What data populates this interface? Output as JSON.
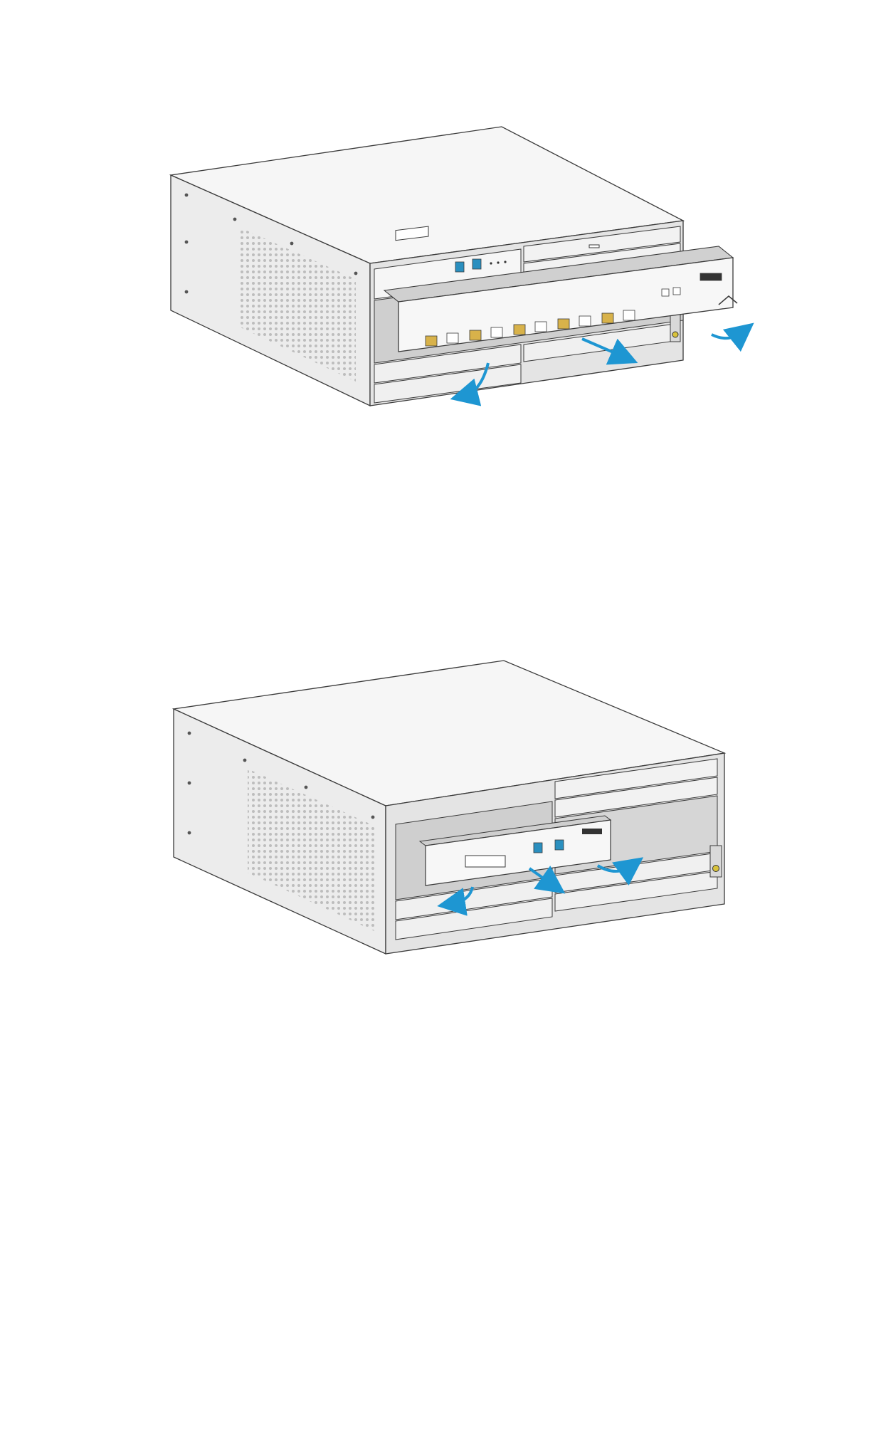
{
  "figures": [
    {
      "id": "remove-horizontal-card",
      "description_icons": [
        "ejector-lever-arrow-left",
        "pull-out-arrow",
        "ejector-lever-arrow-right"
      ]
    },
    {
      "id": "remove-main-card",
      "description_icons": [
        "ejector-lever-arrow-left",
        "pull-out-arrow",
        "ejector-lever-arrow-right"
      ]
    }
  ],
  "colors": {
    "outline": "#3a3a3a",
    "body_light": "#f4f4f4",
    "body_mid": "#e6e6e6",
    "body_dark": "#d2d2d2",
    "vent": "#bdbdbd",
    "arrow": "#1e96d2",
    "port_gold": "#d8b24a",
    "port_blue": "#2a8fbf"
  }
}
